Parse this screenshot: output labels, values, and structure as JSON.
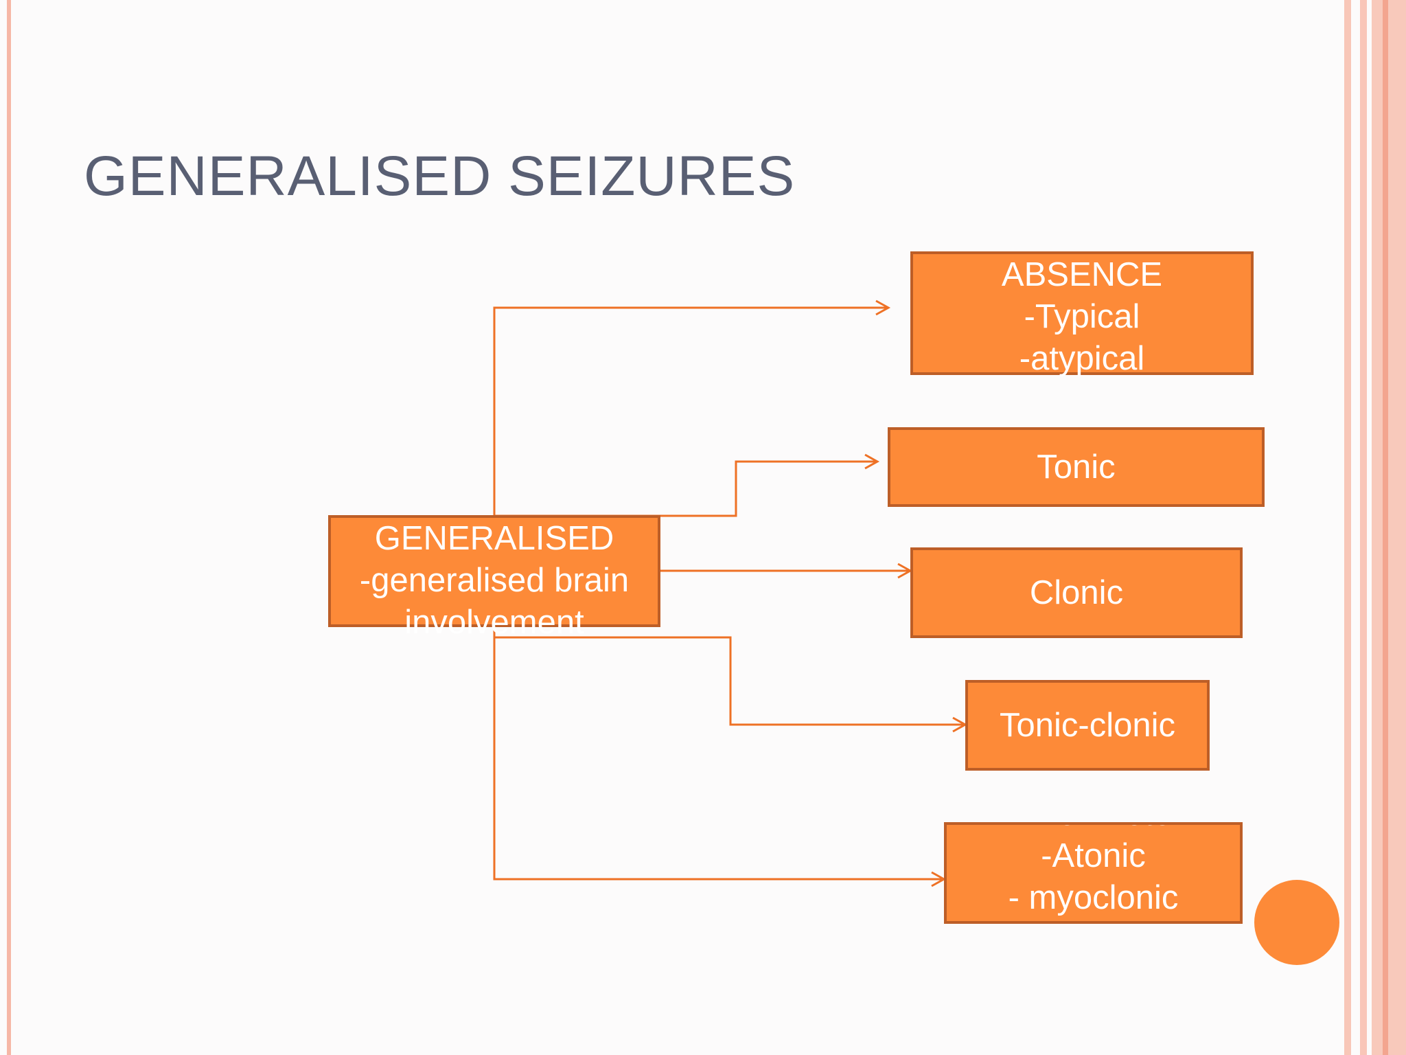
{
  "slide": {
    "title": "GENERALISED SEIZURES"
  },
  "diagram": {
    "root": {
      "line1": "GENERALISED",
      "line2": "-generalised  brain",
      "line3": "involvement"
    },
    "absence": {
      "line1": "ABSENCE",
      "line2": "-Typical",
      "line3": "-atypical"
    },
    "tonic": {
      "label": "Tonic"
    },
    "clonic": {
      "label": "Clonic"
    },
    "tonic_clonic": {
      "label": "Tonic-clonic"
    },
    "minor_motor": {
      "line1": "Minor motor",
      "line2": "-Atonic",
      "line3": "- myoclonic"
    }
  },
  "colors": {
    "node_fill": "#fd8a38",
    "node_border": "#bd5e27",
    "connector": "#ee7125",
    "title": "#595f73",
    "accent_stripes": "#f8c7b8"
  }
}
